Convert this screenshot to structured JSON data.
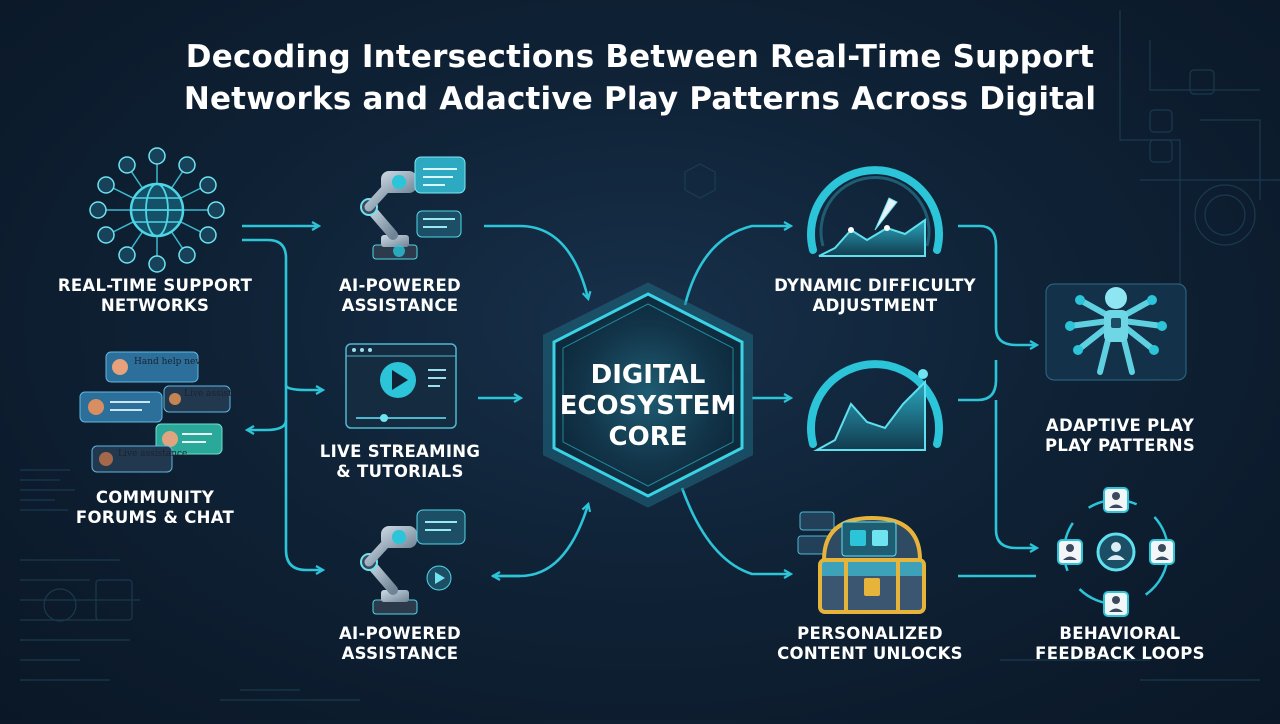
{
  "title": {
    "line1": "Decoding Intersections Between Real-Time Support",
    "line2": "Networks and Adactive Play Patterns Across Digital"
  },
  "core": {
    "label": "DIGITAL\nECOSYSTEM\nCORE"
  },
  "nodes": {
    "support_networks": "REAL-TIME SUPPORT\nNETWORKS",
    "ai_assistance_top": "AI-POWERED\nASSISTANCE",
    "community": "COMMUNITY\nFORUMS & CHAT",
    "live_streaming": "LIVE STREAMING\n& TUTORIALS",
    "ai_assistance_bottom": "AI-POWERED\nASSISTANCE",
    "dynamic_difficulty": "DYNAMIC DIFFICULTY\nADJUSTMENT",
    "adaptive_play": "ADAPTIVE PLAY\nPLAY PATTERNS",
    "personalized_unlocks": "PERSONALIZED\nCONTENT UNLOCKS",
    "feedback_loops": "BEHAVIORAL\nFEEDBACK LOOPS"
  },
  "bubbles": {
    "b1": "Hand help new?",
    "b2": "Live assistance",
    "b3": "Live assistance"
  },
  "colors": {
    "accent": "#2cc4d8",
    "accent_light": "#5fe0ee",
    "background": "#0f2236",
    "text": "#ffffff",
    "chest_gold": "#e6b43a"
  },
  "icons": [
    "globe-network-icon",
    "robot-arm-icon",
    "chat-bubbles-icon",
    "video-player-icon",
    "robot-arm-icon",
    "gauge-chart-icon",
    "humanoid-robot-icon",
    "treasure-chest-icon",
    "user-cycle-icon",
    "hexagon-core-icon"
  ]
}
